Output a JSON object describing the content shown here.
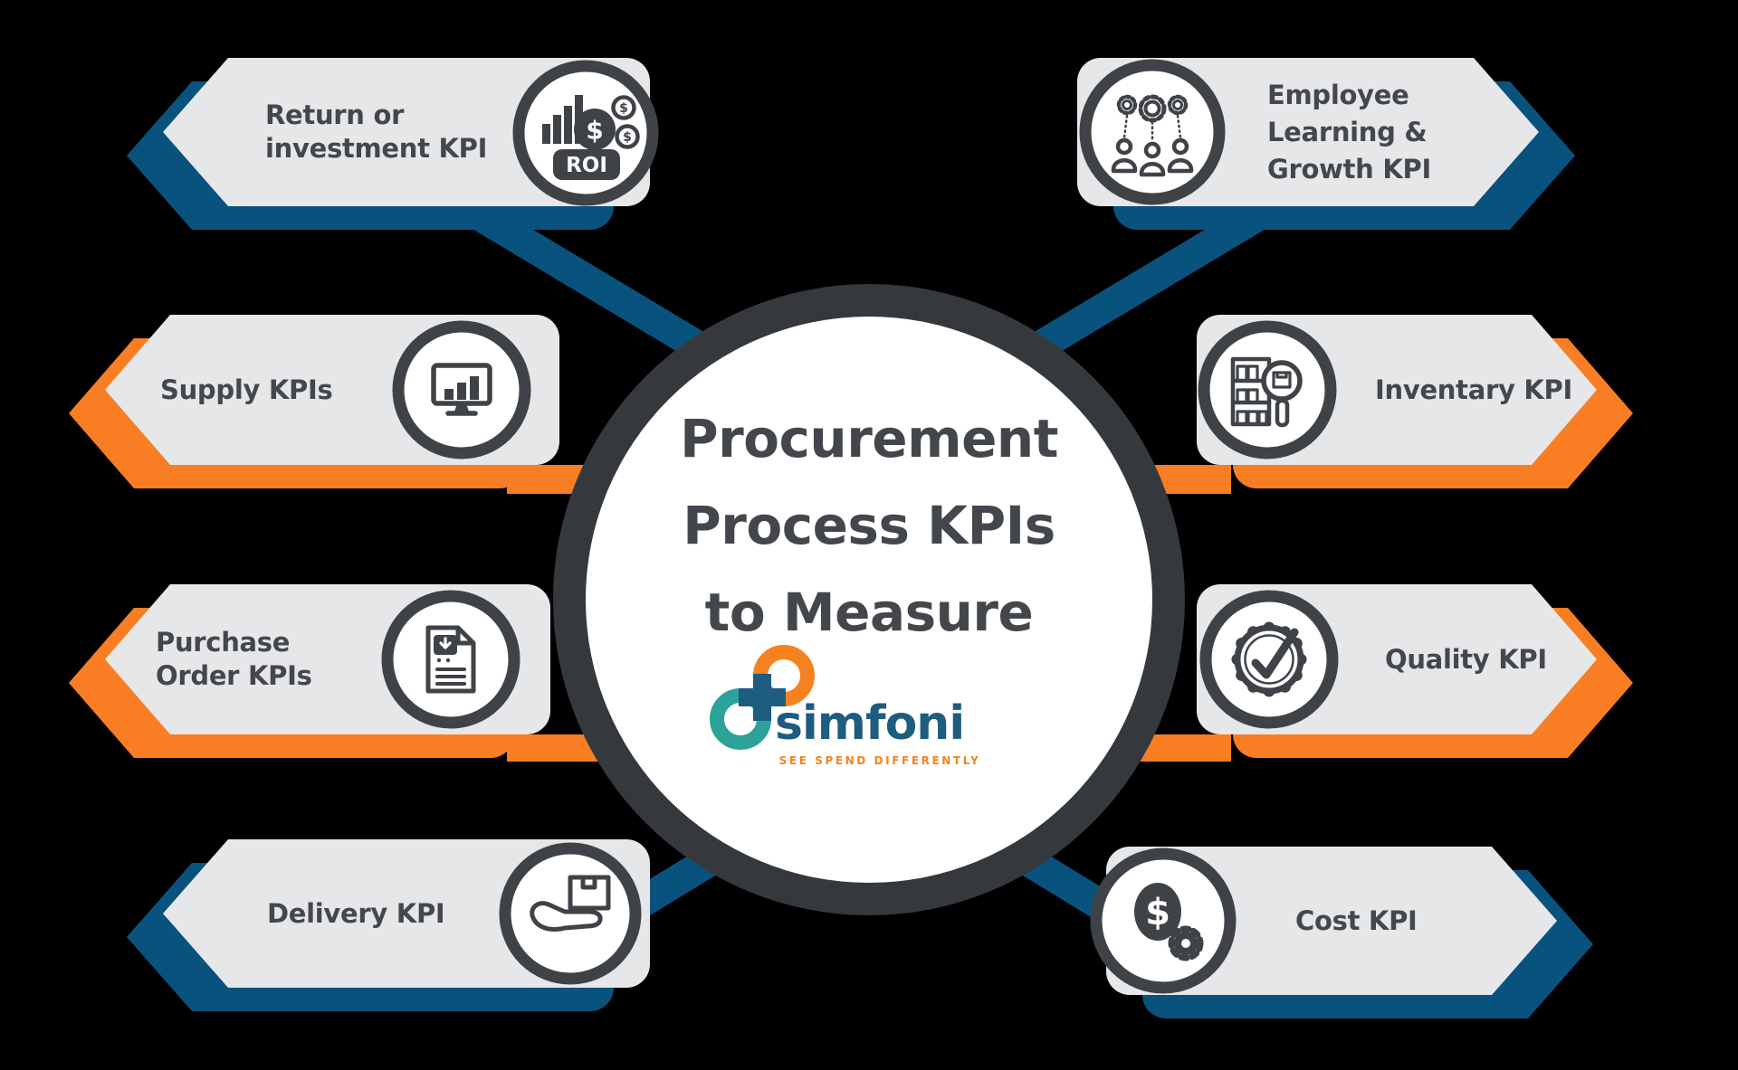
{
  "colors": {
    "background": "#000000",
    "accent_blue": "#0A527E",
    "accent_orange": "#F87D23",
    "banner_fill": "#E6E7E9",
    "ink": "#44474C",
    "icon_stroke": "#3F4348",
    "circle_ring": "#35393E",
    "circle_fill": "#FFFFFF",
    "logo_navy": "#1E5C80",
    "logo_teal": "#2BA39A",
    "logo_orange": "#F6821F"
  },
  "center": {
    "title_lines": [
      "Procurement",
      "Process KPIs",
      "to Measure"
    ],
    "logo": {
      "brand": "simfoni",
      "tagline": "SEE SPEND DIFFERENTLY",
      "mark": "infinity-loops-with-plus"
    }
  },
  "banners": {
    "return": {
      "accent": "blue",
      "icon": "roi-icon",
      "lines": [
        "Return or",
        "investment KPI"
      ]
    },
    "supply": {
      "accent": "orange",
      "icon": "monitor-chart-icon",
      "label": "Supply KPIs"
    },
    "purchase": {
      "accent": "orange",
      "icon": "purchase-document-icon",
      "lines": [
        "Purchase",
        "Order KPIs"
      ]
    },
    "delivery": {
      "accent": "blue",
      "icon": "hand-box-icon",
      "label": "Delivery KPI"
    },
    "employee": {
      "accent": "blue",
      "icon": "people-gears-icon",
      "lines": [
        "Employee",
        "Learning &",
        "Growth KPI"
      ]
    },
    "inventory": {
      "accent": "orange",
      "icon": "shelf-magnifier-icon",
      "label": "Inventary KPI"
    },
    "quality": {
      "accent": "orange",
      "icon": "badge-check-icon",
      "label": "Quality KPI"
    },
    "cost": {
      "accent": "blue",
      "icon": "dollar-gear-icon",
      "label": "Cost KPI"
    }
  },
  "icon_glyphs": {
    "roi_label": "ROI",
    "dollar": "$"
  }
}
